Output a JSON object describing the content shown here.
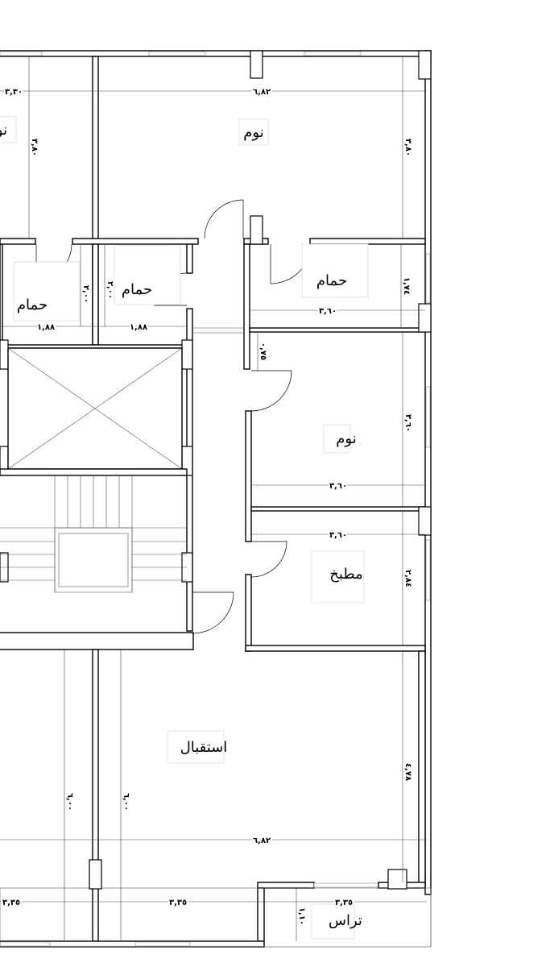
{
  "rooms": {
    "bedroom_left": "نو",
    "bedroom_top": "نوم",
    "bath_left": "حمام",
    "bath_mid": "حمام",
    "bath_right": "حمام",
    "bedroom_mid": "نوم",
    "kitchen": "مطبخ",
    "reception": "استقبال",
    "terrace": "تراس"
  },
  "dimensions": {
    "top_left_width": "٣,٣٠",
    "top_bedroom_width": "٦,٨٢",
    "left_bedroom_height": "٣,٨٠",
    "top_bedroom_height": "٣,٨٠",
    "bath_left_height": "٢,٠٠",
    "bath_mid_height": "٢,٠٠",
    "bath_left_width": "١,٨٨",
    "bath_mid_width": "١,٨٨",
    "bath_right_height": "١,٧٤",
    "bath_right_width": "٣,٦٠",
    "corridor_gap": "٠,٧٥",
    "bedroom_mid_height": "٣,٦٠",
    "bedroom_mid_width": "٣,٦٠",
    "kitchen_width": "٣,٦٠",
    "kitchen_height": "٢,٨٤",
    "reception_height": "٤,٧٨",
    "left_room_height": "٦,٠٠",
    "reception_left_height": "٦,٠٠",
    "reception_width": "٦,٨٢",
    "bottom_left_width": "٣,٣٥",
    "bottom_mid_width": "٣,٣٥",
    "terrace_width": "٣,٣٥",
    "terrace_depth": "١,١٠"
  }
}
